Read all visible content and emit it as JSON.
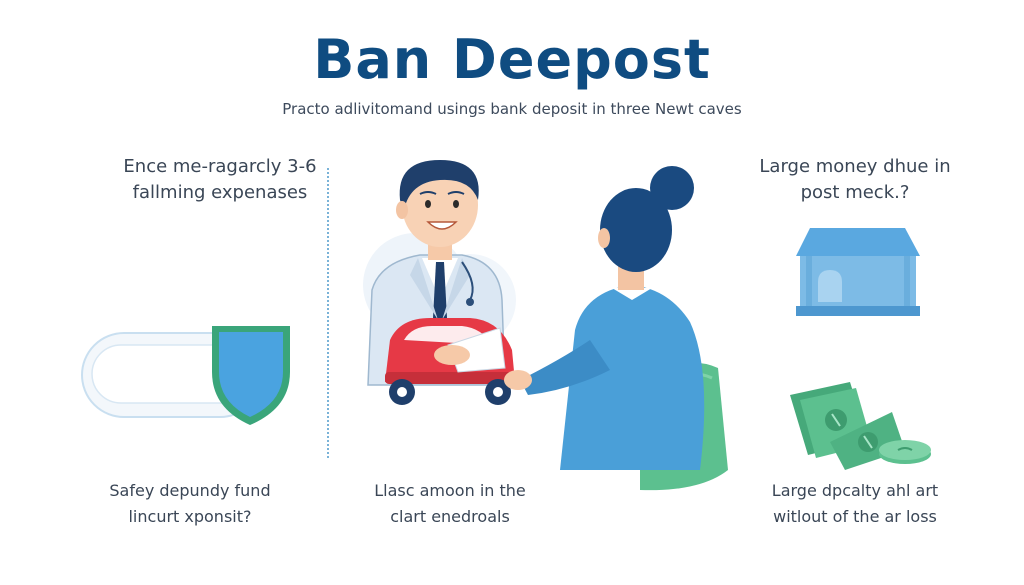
{
  "title": "Ban Deepost",
  "subtitle": "Practo adlivitomand usings bank deposit in three Newt caves",
  "left_column": {
    "heading_line1": "Ence me-ragarcly 3-6",
    "heading_line2": "fallming expenases",
    "caption_line1": "Safey depundy fund",
    "caption_line2": "lincurt xponsit?"
  },
  "middle_column": {
    "caption_line1": "Llasc amoon in the",
    "caption_line2": "clart enedroals"
  },
  "right_column": {
    "heading_line1": "Large money dhue in",
    "heading_line2": "post meck.?",
    "caption_line1": "Large dpcalty ahl art",
    "caption_line2": "witlout of the ar loss"
  },
  "icons": {
    "shield": "shield-icon",
    "pillow": "savings-capsule-icon",
    "bank": "bank-building-icon",
    "money": "money-stack-icon",
    "car": "car-icon",
    "advisor": "advisor-person",
    "client": "client-person"
  },
  "colors": {
    "title": "#0f4c81",
    "accent_blue": "#4a9fd8",
    "green": "#5cc08f",
    "red": "#e63946"
  }
}
